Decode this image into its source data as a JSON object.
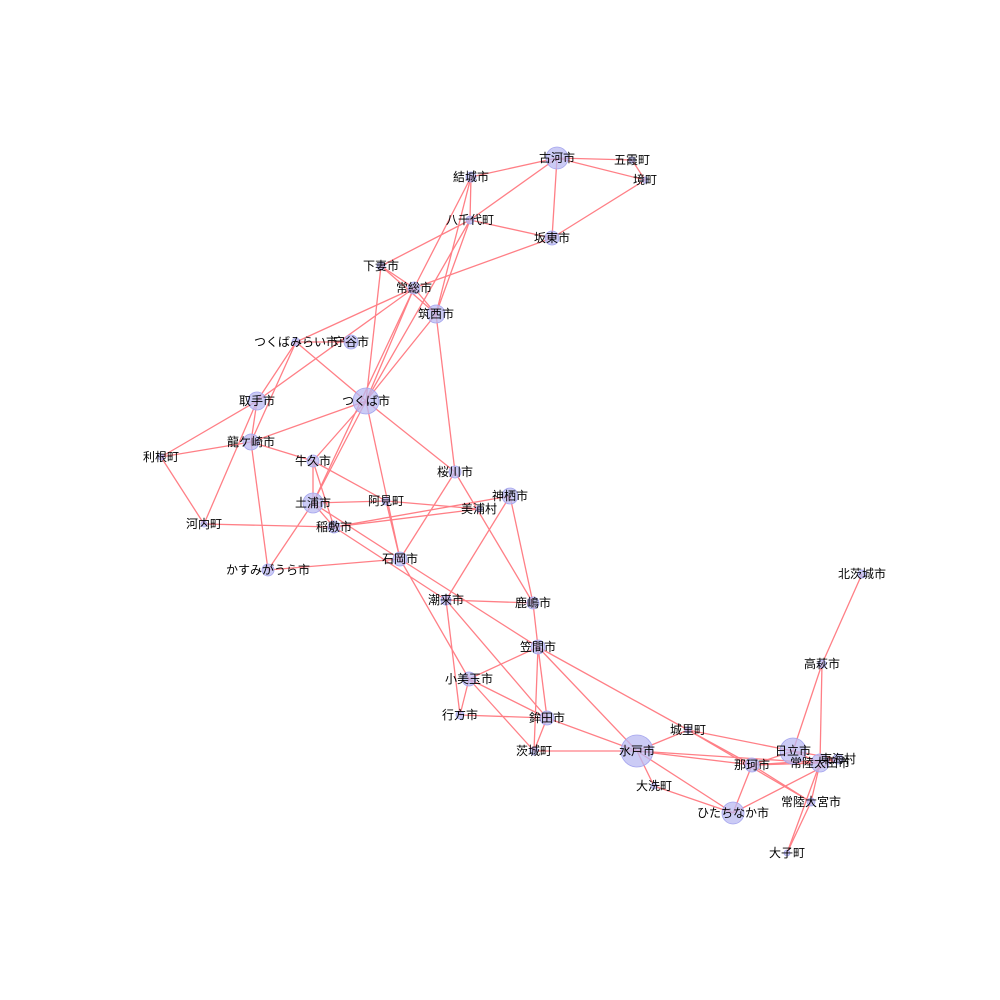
{
  "graph": {
    "nodes": [
      {
        "id": "koga",
        "label": "古河市"
      },
      {
        "id": "goka",
        "label": "五霞町"
      },
      {
        "id": "sakai",
        "label": "境町"
      },
      {
        "id": "yuki",
        "label": "結城市"
      },
      {
        "id": "yachiyo",
        "label": "八千代町"
      },
      {
        "id": "bando",
        "label": "坂東市"
      },
      {
        "id": "shimotsuma",
        "label": "下妻市"
      },
      {
        "id": "joso",
        "label": "常総市"
      },
      {
        "id": "chikusei",
        "label": "筑西市"
      },
      {
        "id": "tsukubamirai",
        "label": "つくばみらい市"
      },
      {
        "id": "moriya",
        "label": "守谷市"
      },
      {
        "id": "toride",
        "label": "取手市"
      },
      {
        "id": "tsukuba",
        "label": "つくば市"
      },
      {
        "id": "ryugasaki",
        "label": "龍ケ崎市"
      },
      {
        "id": "tone",
        "label": "利根町"
      },
      {
        "id": "ushiku",
        "label": "牛久市"
      },
      {
        "id": "sakuragawa",
        "label": "桜川市"
      },
      {
        "id": "kamisu",
        "label": "神栖市"
      },
      {
        "id": "tsuchiura",
        "label": "土浦市"
      },
      {
        "id": "ami",
        "label": "阿見町"
      },
      {
        "id": "miho",
        "label": "美浦村"
      },
      {
        "id": "kawachi",
        "label": "河内町"
      },
      {
        "id": "inashiki",
        "label": "稲敷市"
      },
      {
        "id": "ishioka",
        "label": "石岡市"
      },
      {
        "id": "kasumigaura",
        "label": "かすみがうら市"
      },
      {
        "id": "itako",
        "label": "潮来市"
      },
      {
        "id": "kashima",
        "label": "鹿嶋市"
      },
      {
        "id": "kitaibaraki",
        "label": "北茨城市"
      },
      {
        "id": "kasama",
        "label": "笠間市"
      },
      {
        "id": "takahagi",
        "label": "高萩市"
      },
      {
        "id": "omitama",
        "label": "小美玉市"
      },
      {
        "id": "namegata",
        "label": "行方市"
      },
      {
        "id": "hokota",
        "label": "鉾田市"
      },
      {
        "id": "shirosato",
        "label": "城里町"
      },
      {
        "id": "ibarakimachi",
        "label": "茨城町"
      },
      {
        "id": "mito",
        "label": "水戸市"
      },
      {
        "id": "hitachi",
        "label": "日立市"
      },
      {
        "id": "tokai",
        "label": "東海村"
      },
      {
        "id": "naka",
        "label": "那珂市"
      },
      {
        "id": "hitachiota",
        "label": "常陸太田市"
      },
      {
        "id": "oarai",
        "label": "大洗町"
      },
      {
        "id": "hitachiomiya",
        "label": "常陸大宮市"
      },
      {
        "id": "hitachinaka",
        "label": "ひたちなか市"
      },
      {
        "id": "daigo",
        "label": "大子町"
      }
    ],
    "edges": [
      [
        "koga",
        "goka"
      ],
      [
        "koga",
        "sakai"
      ],
      [
        "goka",
        "sakai"
      ],
      [
        "koga",
        "yuki"
      ],
      [
        "koga",
        "yachiyo"
      ],
      [
        "koga",
        "bando"
      ],
      [
        "sakai",
        "bando"
      ],
      [
        "yuki",
        "yachiyo"
      ],
      [
        "yuki",
        "chikusei"
      ],
      [
        "yuki",
        "joso"
      ],
      [
        "yachiyo",
        "bando"
      ],
      [
        "yachiyo",
        "shimotsuma"
      ],
      [
        "yachiyo",
        "chikusei"
      ],
      [
        "yachiyo",
        "tsukuba"
      ],
      [
        "bando",
        "joso"
      ],
      [
        "shimotsuma",
        "joso"
      ],
      [
        "shimotsuma",
        "chikusei"
      ],
      [
        "shimotsuma",
        "tsukuba"
      ],
      [
        "joso",
        "chikusei"
      ],
      [
        "joso",
        "tsukuba"
      ],
      [
        "joso",
        "tsukubamirai"
      ],
      [
        "joso",
        "toride"
      ],
      [
        "joso",
        "tsuchiura"
      ],
      [
        "chikusei",
        "sakuragawa"
      ],
      [
        "chikusei",
        "tsukuba"
      ],
      [
        "tsukubamirai",
        "moriya"
      ],
      [
        "tsukubamirai",
        "tsukuba"
      ],
      [
        "tsukubamirai",
        "toride"
      ],
      [
        "tsukubamirai",
        "ryugasaki"
      ],
      [
        "toride",
        "tone"
      ],
      [
        "toride",
        "ryugasaki"
      ],
      [
        "toride",
        "kawachi"
      ],
      [
        "ryugasaki",
        "tone"
      ],
      [
        "ryugasaki",
        "tsukuba"
      ],
      [
        "ryugasaki",
        "ushiku"
      ],
      [
        "ryugasaki",
        "kasumigaura"
      ],
      [
        "tone",
        "kawachi"
      ],
      [
        "kawachi",
        "inashiki"
      ],
      [
        "tsukuba",
        "sakuragawa"
      ],
      [
        "tsukuba",
        "ushiku"
      ],
      [
        "tsukuba",
        "tsuchiura"
      ],
      [
        "tsukuba",
        "ishioka"
      ],
      [
        "ushiku",
        "tsuchiura"
      ],
      [
        "ushiku",
        "ami"
      ],
      [
        "ushiku",
        "inashiki"
      ],
      [
        "tsuchiura",
        "ami"
      ],
      [
        "tsuchiura",
        "inashiki"
      ],
      [
        "tsuchiura",
        "ishioka"
      ],
      [
        "tsuchiura",
        "kasumigaura"
      ],
      [
        "ami",
        "miho"
      ],
      [
        "ami",
        "ishioka"
      ],
      [
        "inashiki",
        "miho"
      ],
      [
        "inashiki",
        "kamisu"
      ],
      [
        "inashiki",
        "itako"
      ],
      [
        "ishioka",
        "sakuragawa"
      ],
      [
        "ishioka",
        "kasumigaura"
      ],
      [
        "ishioka",
        "omitama"
      ],
      [
        "ishioka",
        "kasama"
      ],
      [
        "sakuragawa",
        "kashima"
      ],
      [
        "kamisu",
        "kashima"
      ],
      [
        "kamisu",
        "itako"
      ],
      [
        "itako",
        "kashima"
      ],
      [
        "itako",
        "namegata"
      ],
      [
        "itako",
        "hokota"
      ],
      [
        "kashima",
        "kasama"
      ],
      [
        "kasama",
        "omitama"
      ],
      [
        "kasama",
        "hokota"
      ],
      [
        "kasama",
        "ibarakimachi"
      ],
      [
        "kasama",
        "mito"
      ],
      [
        "kasama",
        "shirosato"
      ],
      [
        "omitama",
        "namegata"
      ],
      [
        "omitama",
        "hokota"
      ],
      [
        "omitama",
        "ibarakimachi"
      ],
      [
        "namegata",
        "hokota"
      ],
      [
        "hokota",
        "mito"
      ],
      [
        "hokota",
        "ibarakimachi"
      ],
      [
        "ibarakimachi",
        "mito"
      ],
      [
        "mito",
        "shirosato"
      ],
      [
        "mito",
        "naka"
      ],
      [
        "mito",
        "hitachinaka"
      ],
      [
        "mito",
        "oarai"
      ],
      [
        "mito",
        "hitachiota"
      ],
      [
        "oarai",
        "hitachinaka"
      ],
      [
        "shirosato",
        "hitachiomiya"
      ],
      [
        "shirosato",
        "naka"
      ],
      [
        "shirosato",
        "hitachi"
      ],
      [
        "hitachinaka",
        "naka"
      ],
      [
        "hitachinaka",
        "tokai"
      ],
      [
        "naka",
        "hitachi"
      ],
      [
        "naka",
        "tokai"
      ],
      [
        "naka",
        "hitachiota"
      ],
      [
        "naka",
        "hitachiomiya"
      ],
      [
        "hitachi",
        "tokai"
      ],
      [
        "hitachi",
        "hitachiota"
      ],
      [
        "hitachi",
        "takahagi"
      ],
      [
        "tokai",
        "hitachiota"
      ],
      [
        "hitachiota",
        "hitachiomiya"
      ],
      [
        "hitachiota",
        "daigo"
      ],
      [
        "hitachiomiya",
        "daigo"
      ],
      [
        "takahagi",
        "kitaibaraki"
      ],
      [
        "takahagi",
        "hitachiota"
      ]
    ]
  }
}
